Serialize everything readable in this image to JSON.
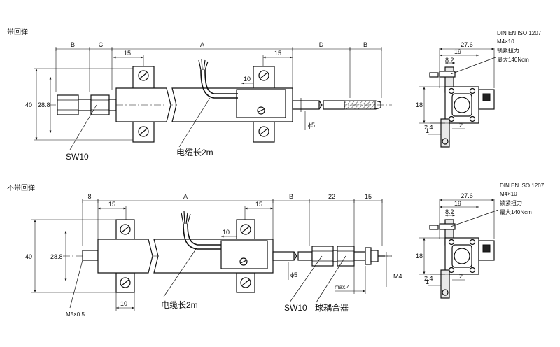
{
  "top_view": {
    "section_label": "带回弹",
    "dims": {
      "b_left": "B",
      "c": "C",
      "a": "A",
      "d": "D",
      "b_right": "B",
      "s15_left": "15",
      "s15_right": "15",
      "s10": "10",
      "h40": "40",
      "h28": "28.8",
      "phi5": "ϕ5"
    },
    "callouts": {
      "sw10": "SW10",
      "cable": "电缆长2m"
    }
  },
  "bottom_view": {
    "section_label": "不带回弹",
    "dims": {
      "s8": "8",
      "a": "A",
      "b": "B",
      "s22": "22",
      "s15_end": "15",
      "s15_left": "15",
      "s15_right": "15",
      "s10_top": "10",
      "s10_bottom": "10",
      "h40": "40",
      "h28": "28.8",
      "phi5": "ϕ5",
      "m4": "M4",
      "max4": "max.4",
      "m5": "M5×0.5"
    },
    "callouts": {
      "sw10": "SW10",
      "joint": "球耦合器",
      "cable": "电缆长2m"
    }
  },
  "side_top": {
    "w27": "27.6",
    "w19": "19",
    "w8": "8.2",
    "h18": "18",
    "d24": "2.4",
    "d1": "1",
    "d2": "2",
    "note_line1": "DIN EN ISO 1207",
    "note_line2": "M4×10",
    "note_line3": "锁紧扭力",
    "note_line4": "最大140Ncm"
  },
  "side_bottom": {
    "w27": "27.6",
    "w19": "19",
    "w8": "8.2",
    "h18": "18",
    "d24": "2.4",
    "d1": "1",
    "d2": "2",
    "note_line1": "DIN EN ISO 1207",
    "note_line2": "M4×10",
    "note_line3": "锁紧扭力",
    "note_line4": "最大140Ncm"
  }
}
